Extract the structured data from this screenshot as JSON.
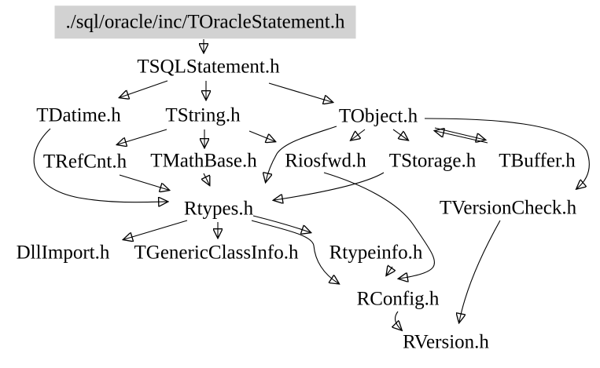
{
  "diagram": {
    "type": "include-dependency-graph",
    "root_file": "./sql/oracle/inc/TOracleStatement.h",
    "colors": {
      "background": "#ffffff",
      "text": "#000000",
      "edge": "#000000",
      "root_highlight": "#d2d2d2"
    },
    "nodes": [
      {
        "id": "toraclestatement",
        "label": "./sql/oracle/inc/TOracleStatement.h",
        "highlighted": true
      },
      {
        "id": "tsqlstatement",
        "label": "TSQLStatement.h"
      },
      {
        "id": "tdatime",
        "label": "TDatime.h"
      },
      {
        "id": "tstring",
        "label": "TString.h"
      },
      {
        "id": "tobject",
        "label": "TObject.h"
      },
      {
        "id": "trefcnt",
        "label": "TRefCnt.h"
      },
      {
        "id": "tmathbase",
        "label": "TMathBase.h"
      },
      {
        "id": "riosfwd",
        "label": "Riosfwd.h"
      },
      {
        "id": "tstorage",
        "label": "TStorage.h"
      },
      {
        "id": "tbuffer",
        "label": "TBuffer.h"
      },
      {
        "id": "rtypes",
        "label": "Rtypes.h"
      },
      {
        "id": "tversioncheck",
        "label": "TVersionCheck.h"
      },
      {
        "id": "dllimport",
        "label": "DllImport.h"
      },
      {
        "id": "tgenericclassinfo",
        "label": "TGenericClassInfo.h"
      },
      {
        "id": "rtypeinfo",
        "label": "Rtypeinfo.h"
      },
      {
        "id": "rconfig",
        "label": "RConfig.h"
      },
      {
        "id": "rversion",
        "label": "RVersion.h"
      }
    ],
    "edges": [
      {
        "from": "./sql/oracle/inc/TOracleStatement.h",
        "to": "TSQLStatement.h"
      },
      {
        "from": "TSQLStatement.h",
        "to": "TDatime.h"
      },
      {
        "from": "TSQLStatement.h",
        "to": "TString.h"
      },
      {
        "from": "TSQLStatement.h",
        "to": "TObject.h"
      },
      {
        "from": "TDatime.h",
        "to": "Rtypes.h"
      },
      {
        "from": "TString.h",
        "to": "TRefCnt.h"
      },
      {
        "from": "TString.h",
        "to": "TMathBase.h"
      },
      {
        "from": "TString.h",
        "to": "Riosfwd.h"
      },
      {
        "from": "TObject.h",
        "to": "Rtypes.h"
      },
      {
        "from": "TObject.h",
        "to": "Riosfwd.h"
      },
      {
        "from": "TObject.h",
        "to": "TStorage.h"
      },
      {
        "from": "TObject.h",
        "to": "TBuffer.h"
      },
      {
        "from": "TBuffer.h",
        "to": "TObject.h"
      },
      {
        "from": "TObject.h",
        "to": "TVersionCheck.h"
      },
      {
        "from": "TRefCnt.h",
        "to": "Rtypes.h"
      },
      {
        "from": "TMathBase.h",
        "to": "Rtypes.h"
      },
      {
        "from": "TStorage.h",
        "to": "Rtypes.h"
      },
      {
        "from": "Riosfwd.h",
        "to": "RConfig.h"
      },
      {
        "from": "Rtypes.h",
        "to": "DllImport.h"
      },
      {
        "from": "Rtypes.h",
        "to": "TGenericClassInfo.h"
      },
      {
        "from": "Rtypes.h",
        "to": "Rtypeinfo.h"
      },
      {
        "from": "Rtypes.h",
        "to": "RConfig.h"
      },
      {
        "from": "Rtypeinfo.h",
        "to": "RConfig.h"
      },
      {
        "from": "TVersionCheck.h",
        "to": "RVersion.h"
      },
      {
        "from": "RConfig.h",
        "to": "RVersion.h"
      }
    ]
  }
}
